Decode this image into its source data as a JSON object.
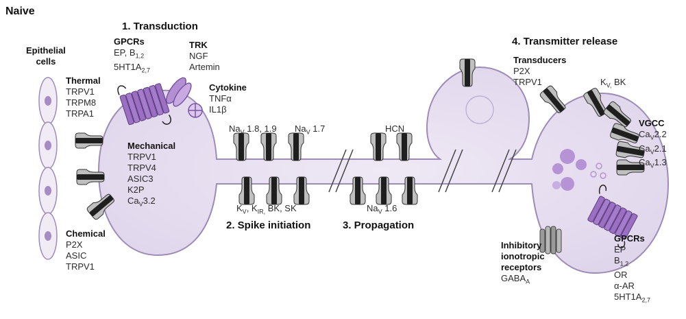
{
  "title": "Naive",
  "sections": {
    "transduction": "1. Transduction",
    "spike_initiation": "2. Spike initiation",
    "propagation": "3. Propagation",
    "transmitter_release": "4. Transmitter release"
  },
  "epithelial": [
    "Epithelial",
    "cells"
  ],
  "thermal": {
    "heading": "Thermal",
    "items": [
      "TRPV1",
      "TRPM8",
      "TRPA1"
    ]
  },
  "chemical": {
    "heading": "Chemical",
    "items": [
      "P2X",
      "ASIC",
      "TRPV1"
    ]
  },
  "mechanical": {
    "heading": "Mechanical",
    "items": [
      "TRPV1",
      "TRPV4",
      "ASIC3",
      "K2P"
    ],
    "cav": {
      "base": "Ca",
      "sub": "V",
      "rest": "3.2"
    }
  },
  "gpcrs_left": {
    "heading": "GPCRs",
    "line1": {
      "a": "EP, B",
      "sub": "1,2"
    },
    "line2": {
      "a": "5HT1A",
      "sub": "2,7"
    }
  },
  "trk": {
    "heading": "TRK",
    "items": [
      "NGF",
      "Artemin"
    ]
  },
  "cytokine": {
    "heading": "Cytokine",
    "items": [
      "TNFα",
      "IL1β"
    ]
  },
  "nav_top": {
    "left": {
      "base": "Na",
      "sub": "V",
      "rest": " 1.8, 1.9"
    },
    "right": {
      "base": "Na",
      "sub": "V",
      "rest": " 1.7"
    }
  },
  "k_channels": {
    "k1": "K",
    "k1sub": "V",
    "sep1": ", K",
    "k2sub": "IR,",
    "rest": " BK, SK"
  },
  "hcn": "HCN",
  "nav16": {
    "base": "Na",
    "sub": "V",
    "rest": " 1.6"
  },
  "transducers": {
    "heading": "Transducers",
    "items": [
      "P2X",
      "TRPV1"
    ]
  },
  "kv_bk": {
    "base": "K",
    "sub": "V,",
    "rest": " BK"
  },
  "vgcc": {
    "heading": "VGCC",
    "items": [
      {
        "sub": "V",
        "rest": "2.2"
      },
      {
        "sub": "V",
        "rest": "2.1"
      },
      {
        "sub": "V",
        "rest": "1.3"
      }
    ],
    "base": "Ca"
  },
  "inhibitory": {
    "lines": [
      "Inhibitory",
      "ionotropic",
      "receptors"
    ],
    "gaba": "GABA",
    "gaba_sub": "A"
  },
  "gpcrs_right": {
    "heading": "GPCRs",
    "items": [
      "EP"
    ],
    "b": "B",
    "b_sub": "1,2",
    "or": "OR",
    "aar": "α-AR",
    "ht": "5HT1A",
    "ht_sub": "2,7"
  },
  "colors": {
    "membrane": "#e4dcee",
    "membrane_stroke": "#9e8bb8",
    "cell": "#a78bc4",
    "receptor": "#9b70c2",
    "channel_dark": "#1f1f1f",
    "channel_light": "#bfbfbf"
  }
}
